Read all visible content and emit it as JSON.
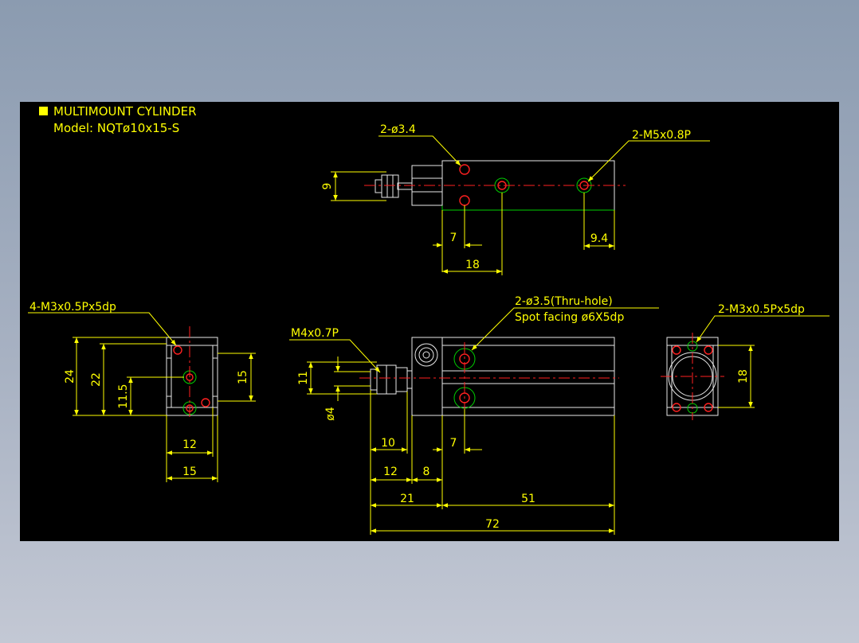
{
  "colors": {
    "background": "#000000",
    "dimension": "#ffff00",
    "outline": "#e8e8e8",
    "centerline": "#ff2020",
    "edge": "#00d000"
  },
  "title": {
    "line1": "MULTIMOUNT CYLINDER",
    "line2": "Model: NQTø10x15-S"
  },
  "top_view": {
    "callout_left": "2-ø3.4",
    "callout_right": "2-M5x0.8P",
    "dim_height": "9",
    "dim_7": "7",
    "dim_18": "18",
    "dim_9_4": "9.4"
  },
  "left_view": {
    "callout": "4-M3x0.5Px5dp",
    "dim_24": "24",
    "dim_22": "22",
    "dim_11_5": "11.5",
    "dim_15_right": "15",
    "dim_12": "12",
    "dim_15_bottom": "15"
  },
  "front_view": {
    "callout_rod": "M4x0.7P",
    "callout_hole_line1": "2-ø3.5(Thru-hole)",
    "callout_hole_line2": "Spot facing ø6X5dp",
    "dim_11": "11",
    "dim_dia4": "ø4",
    "dim_10": "10",
    "dim_7": "7",
    "dim_12": "12",
    "dim_8": "8",
    "dim_21": "21",
    "dim_51": "51",
    "dim_72": "72"
  },
  "right_view": {
    "callout": "2-M3x0.5Px5dp",
    "dim_18": "18"
  }
}
